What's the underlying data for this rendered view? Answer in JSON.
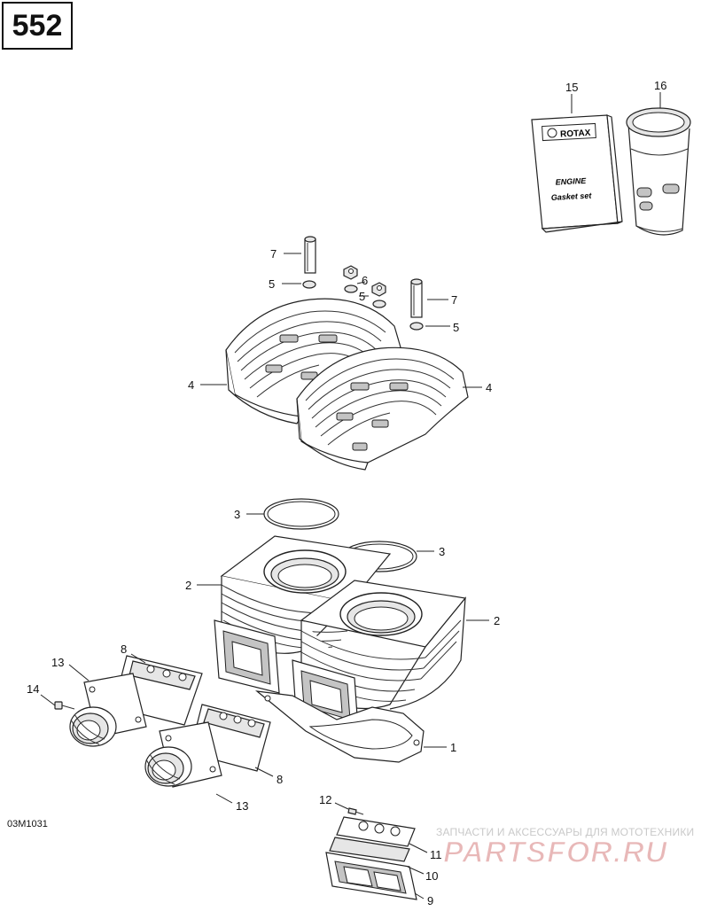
{
  "page_number": "552",
  "document_code": "03M1031",
  "manual_book": {
    "brand": "ROTAX",
    "line1": "ENGINE",
    "line2": "Gasket set"
  },
  "watermark": {
    "caption": "ЗАПЧАСТИ И АКСЕССУАРЫ ДЛЯ МОТОТЕХНИКИ",
    "logo_text": "PARTSFOR.RU",
    "logo_color": "#e8b8b8"
  },
  "callouts": [
    {
      "id": "c16",
      "label": "16"
    },
    {
      "id": "c15",
      "label": "15"
    },
    {
      "id": "c7a",
      "label": "7"
    },
    {
      "id": "c5a",
      "label": "5"
    },
    {
      "id": "c6",
      "label": "6"
    },
    {
      "id": "c5b",
      "label": "5"
    },
    {
      "id": "c7b",
      "label": "7"
    },
    {
      "id": "c5c",
      "label": "5"
    },
    {
      "id": "c4a",
      "label": "4"
    },
    {
      "id": "c4b",
      "label": "4"
    },
    {
      "id": "c3a",
      "label": "3"
    },
    {
      "id": "c3b",
      "label": "3"
    },
    {
      "id": "c2a",
      "label": "2"
    },
    {
      "id": "c2b",
      "label": "2"
    },
    {
      "id": "c8a",
      "label": "8"
    },
    {
      "id": "c13a",
      "label": "13"
    },
    {
      "id": "c14",
      "label": "14"
    },
    {
      "id": "c1",
      "label": "1"
    },
    {
      "id": "c8b",
      "label": "8"
    },
    {
      "id": "c13b",
      "label": "13"
    },
    {
      "id": "c12",
      "label": "12"
    },
    {
      "id": "c11",
      "label": "11"
    },
    {
      "id": "c10",
      "label": "10"
    },
    {
      "id": "c9",
      "label": "9"
    }
  ]
}
